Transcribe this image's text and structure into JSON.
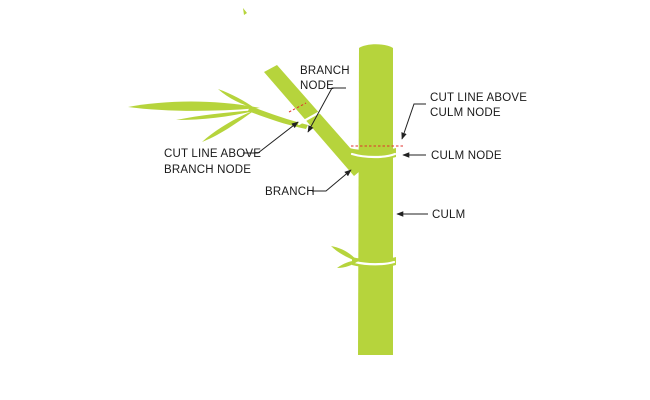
{
  "labels": {
    "branch_node": [
      "BRANCH",
      "NODE"
    ],
    "cut_line_above_culm_node": [
      "CUT LINE ABOVE",
      "CULM NODE"
    ],
    "culm_node": "CULM NODE",
    "cut_line_above_branch_node": [
      "CUT LINE ABOVE",
      "BRANCH NODE"
    ],
    "branch": "BRANCH",
    "culm": "CULM"
  },
  "colors": {
    "plant": "#b6d43c",
    "cut_line": "#e0322c",
    "text": "#1a1a1a"
  }
}
